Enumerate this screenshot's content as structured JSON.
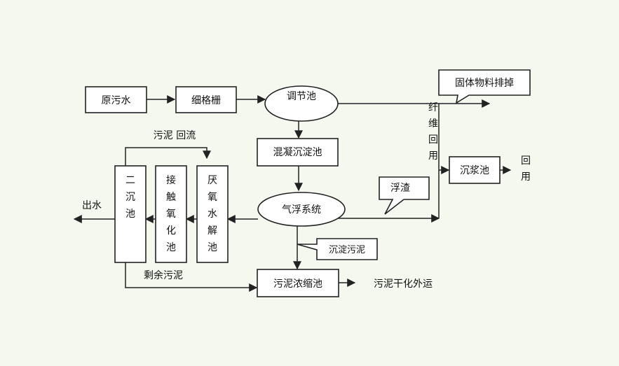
{
  "nodes": {
    "raw_sewage": "原污水",
    "fine_grid": "细格栅",
    "regulating_tank": "调节池",
    "coag_sed_tank": "混凝沉淀池",
    "air_flotation": "气浮系统",
    "solid_discharge": "固体物料排掉",
    "slurry_tank": "沉浆池",
    "anaerobic_tank": "厌氧水解池",
    "contact_oxidation": "接触氧化池",
    "secondary_sed": "二沉池",
    "sludge_thickener": "污泥浓缩池",
    "scum": "浮渣",
    "settled_sludge": "沉淀污泥"
  },
  "labels": {
    "sludge_return": "污泥 回流",
    "effluent": "出水",
    "excess_sludge": "剩余污泥",
    "fiber_recycle": "纤维回用",
    "reuse": "回用",
    "sludge_transport": "污泥干化外运"
  }
}
